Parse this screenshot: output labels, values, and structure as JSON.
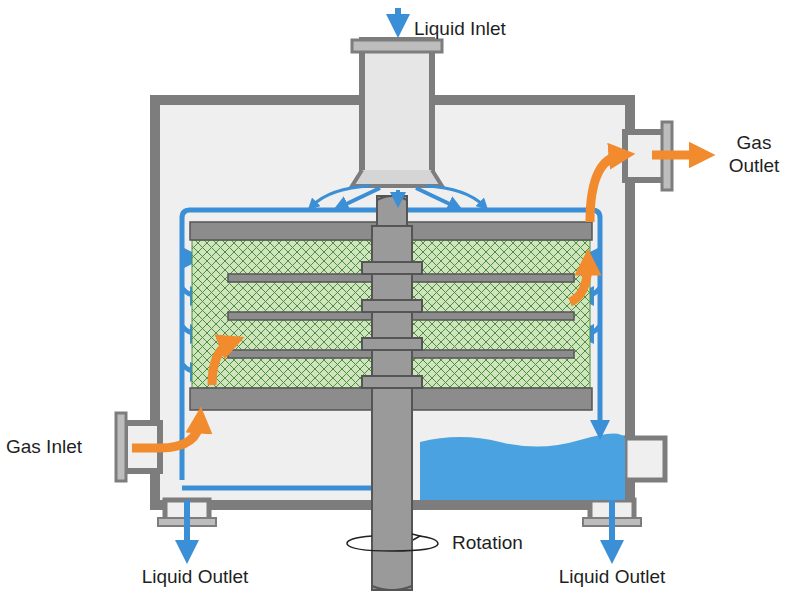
{
  "diagram": {
    "labels": [
      "Liquid Inlet",
      "Gas Outlet",
      "Gas Inlet",
      "Liquid Outlet",
      "Rotation",
      "Liquid Outlet"
    ]
  }
}
